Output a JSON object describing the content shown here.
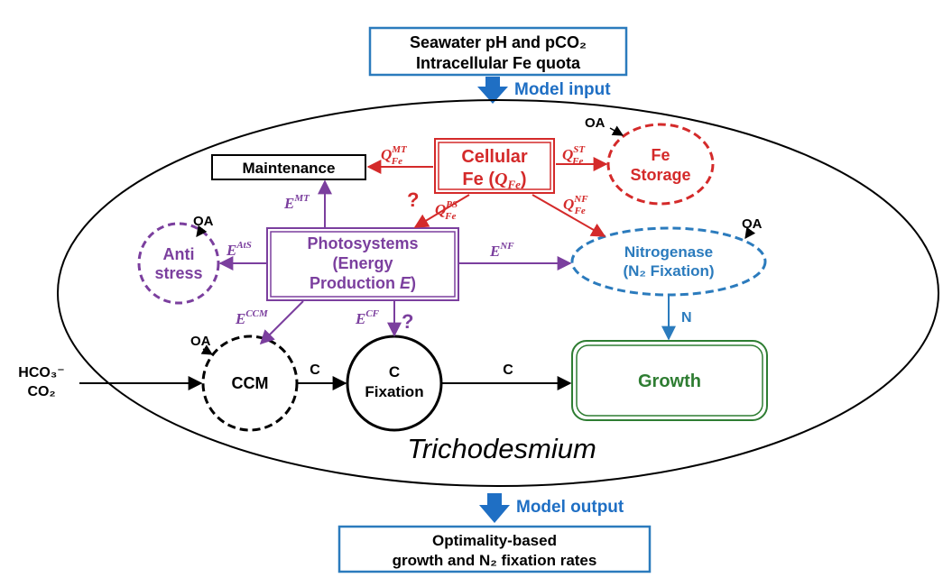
{
  "input_box": {
    "line1": "Seawater pH and pCO₂",
    "line2": "Intracellular Fe quota"
  },
  "model_input_label": "Model input",
  "model_output_label": "Model output",
  "output_box": {
    "line1": "Optimality-based",
    "line2": "growth and N₂ fixation rates"
  },
  "organism_label": "Trichodesmium",
  "nodes": {
    "cellular_fe": {
      "line1": "Cellular",
      "line2": "Fe (",
      "sym": "Q",
      "sub": "Fe",
      "close": ")"
    },
    "maintenance": "Maintenance",
    "fe_storage": {
      "line1": "Fe",
      "line2": "Storage"
    },
    "photosystems": {
      "line1": "Photosystems",
      "line2": "(Energy",
      "line3": "Production ",
      "sym": "E",
      "close": ")"
    },
    "anti_stress": {
      "line1": "Anti",
      "line2": "stress"
    },
    "nitrogenase": {
      "line1": "Nitrogenase",
      "line2": "(N₂ Fixation)"
    },
    "ccm": "CCM",
    "c_fixation": {
      "line1": "C",
      "line2": "Fixation"
    },
    "growth": "Growth"
  },
  "flow_labels": {
    "q_mt": {
      "base": "Q",
      "sub": "Fe",
      "sup": "MT"
    },
    "q_st": {
      "base": "Q",
      "sub": "Fe",
      "sup": "ST"
    },
    "q_ps": {
      "base": "Q",
      "sub": "Fe",
      "sup": "PS"
    },
    "q_nf": {
      "base": "Q",
      "sub": "Fe",
      "sup": "NF"
    },
    "e_mt": {
      "base": "E",
      "sup": "MT"
    },
    "e_ats": {
      "base": "E",
      "sup": "AtS"
    },
    "e_nf": {
      "base": "E",
      "sup": "NF"
    },
    "e_ccm": {
      "base": "E",
      "sup": "CCM"
    },
    "e_cf": {
      "base": "E",
      "sup": "CF"
    },
    "c1": "C",
    "c2": "C",
    "n": "N",
    "question": "?"
  },
  "oa_label": "OA",
  "inorganic_carbon": {
    "line1": "HCO₃⁻",
    "line2": "CO₂"
  },
  "colors": {
    "fe": "#d42a2a",
    "photo": "#7b3f9e",
    "nitro": "#2b7bbd",
    "growth": "#2e7d32",
    "blue_arrow": "#1f6fc4",
    "black": "#000000"
  }
}
